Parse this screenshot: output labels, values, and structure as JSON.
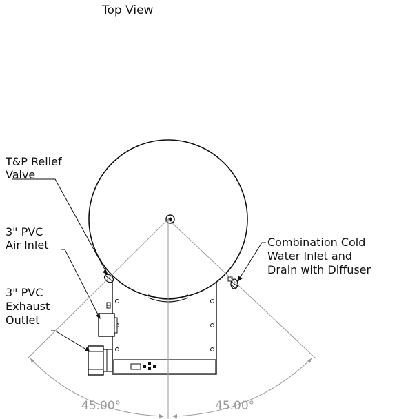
{
  "title": "Top View",
  "labels": {
    "tp_relief": [
      "T&P Relief",
      "Valve"
    ],
    "air_inlet": [
      "3\" PVC",
      "Air Inlet"
    ],
    "exhaust_outlet": [
      "3\" PVC",
      "Exhaust",
      "Outlet"
    ],
    "cold_water": [
      "Combination Cold",
      "Water Inlet and",
      "Drain with Diffuser"
    ]
  },
  "dimensions": {
    "left_angle": "45.00°",
    "right_angle": "45.00°"
  }
}
